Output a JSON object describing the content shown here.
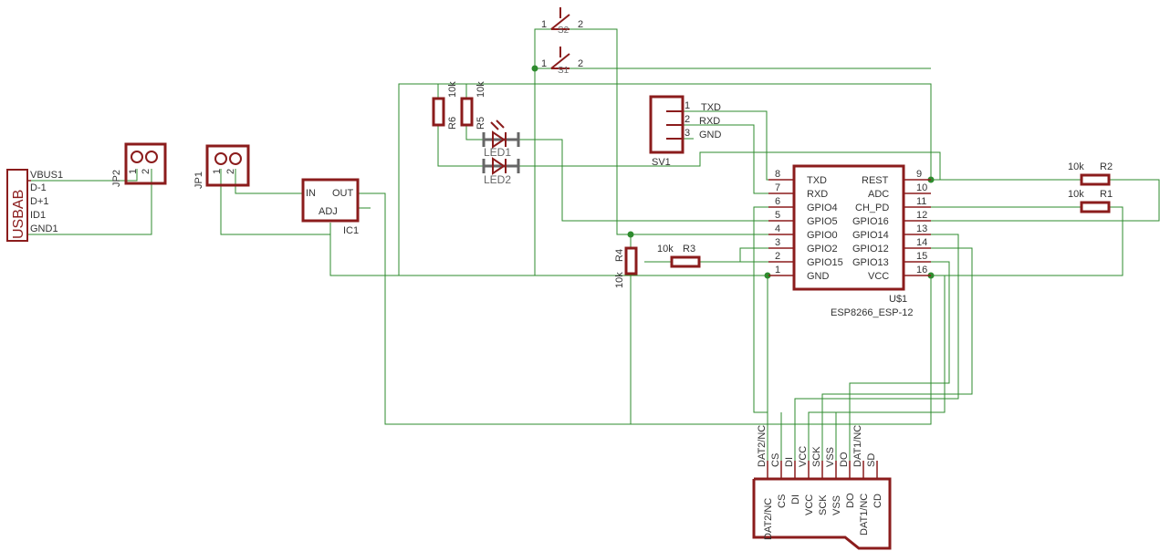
{
  "usb": {
    "name": "USBAB",
    "pins": [
      "VBUS1",
      "D-1",
      "D+1",
      "ID1",
      "GND1"
    ]
  },
  "jp2": {
    "name": "JP2",
    "pin1": "1",
    "pin2": "2"
  },
  "jp1": {
    "name": "JP1",
    "pin1": "1",
    "pin2": "2"
  },
  "ic1": {
    "name": "IC1",
    "in": "IN",
    "out": "OUT",
    "adj": "ADJ"
  },
  "resistors": {
    "r6": {
      "name": "R6",
      "value": "10k"
    },
    "r5": {
      "name": "R5",
      "value": "10k"
    },
    "r4": {
      "name": "R4",
      "value": "10k"
    },
    "r3": {
      "name": "R3",
      "value": "10k"
    },
    "r2": {
      "name": "R2",
      "value": "10k"
    },
    "r1": {
      "name": "R1",
      "value": "10k"
    }
  },
  "leds": {
    "led1": "LED1",
    "led2": "LED2"
  },
  "switches": {
    "s1": "S1",
    "s2": "S2",
    "pin1": "1",
    "pin2": "2"
  },
  "sv1": {
    "name": "SV1",
    "pins": [
      {
        "num": "1",
        "label": "TXD"
      },
      {
        "num": "2",
        "label": "RXD"
      },
      {
        "num": "3",
        "label": "GND"
      }
    ]
  },
  "esp": {
    "ref": "U$1",
    "part": "ESP8266_ESP-12",
    "left": [
      {
        "num": "8",
        "label": "TXD"
      },
      {
        "num": "7",
        "label": "RXD"
      },
      {
        "num": "6",
        "label": "GPIO4"
      },
      {
        "num": "5",
        "label": "GPIO5"
      },
      {
        "num": "4",
        "label": "GPIO0"
      },
      {
        "num": "3",
        "label": "GPIO2"
      },
      {
        "num": "2",
        "label": "GPIO15"
      },
      {
        "num": "1",
        "label": "GND"
      }
    ],
    "right": [
      {
        "num": "9",
        "label": "REST"
      },
      {
        "num": "10",
        "label": "ADC"
      },
      {
        "num": "11",
        "label": "CH_PD"
      },
      {
        "num": "12",
        "label": "GPIO16"
      },
      {
        "num": "13",
        "label": "GPIO14"
      },
      {
        "num": "14",
        "label": "GPIO12"
      },
      {
        "num": "15",
        "label": "GPIO13"
      },
      {
        "num": "16",
        "label": "VCC"
      }
    ]
  },
  "sd": {
    "nets": [
      "DAT2/NC",
      "CS",
      "DI",
      "VCC",
      "SCK",
      "VSS",
      "DO",
      "DAT1/NC",
      "SD"
    ],
    "pins": [
      "DAT2/NC",
      "CS",
      "DI",
      "VCC",
      "SCK",
      "VSS",
      "DO",
      "DAT1/NC",
      "CD"
    ]
  }
}
